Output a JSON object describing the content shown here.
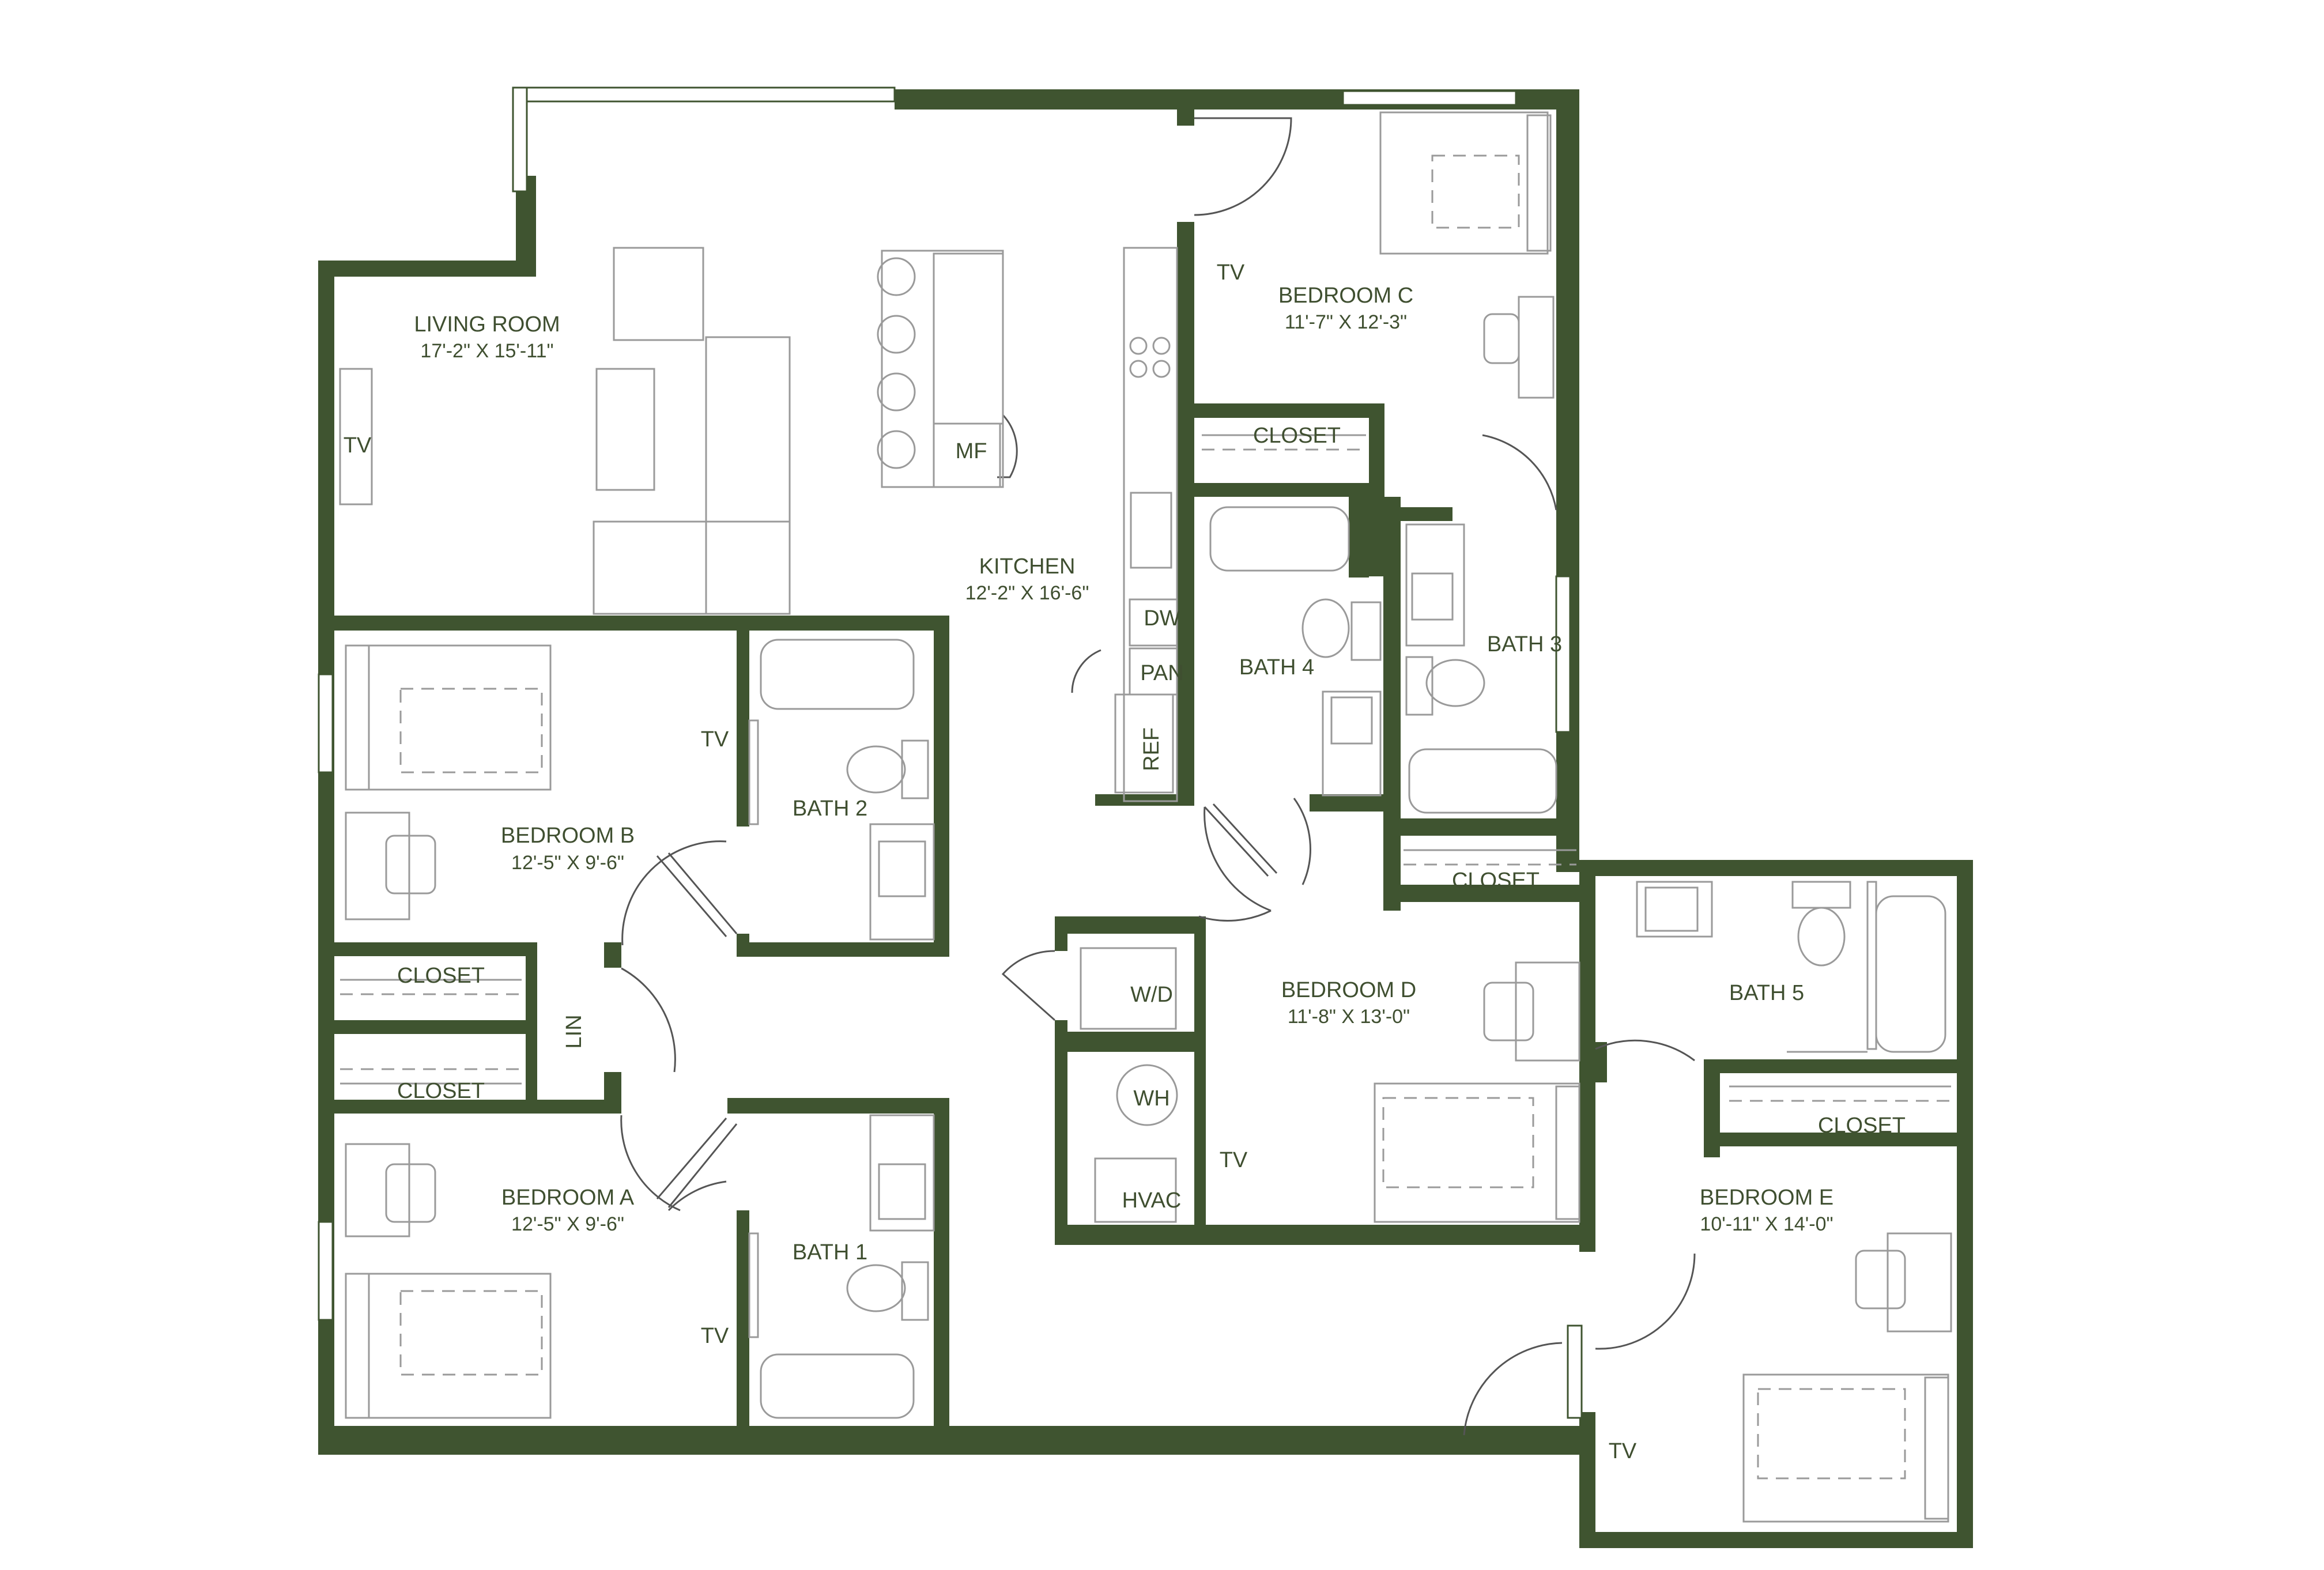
{
  "rooms": {
    "living": {
      "name": "LIVING ROOM",
      "dim": "17'-2\" X 15'-11\""
    },
    "kitchen": {
      "name": "KITCHEN",
      "dim": "12'-2\" X 16'-6\""
    },
    "bedroom_a": {
      "name": "BEDROOM A",
      "dim": "12'-5\" X 9'-6\""
    },
    "bedroom_b": {
      "name": "BEDROOM B",
      "dim": "12'-5\" X 9'-6\""
    },
    "bedroom_c": {
      "name": "BEDROOM C",
      "dim": "11'-7\" X 12'-3\""
    },
    "bedroom_d": {
      "name": "BEDROOM D",
      "dim": "11'-8\" X 13'-0\""
    },
    "bedroom_e": {
      "name": "BEDROOM E",
      "dim": "10'-11\" X 14'-0\""
    }
  },
  "baths": {
    "bath1": "BATH 1",
    "bath2": "BATH 2",
    "bath3": "BATH 3",
    "bath4": "BATH 4",
    "bath5": "BATH 5"
  },
  "labels": {
    "closet": "CLOSET",
    "tv": "TV",
    "lin": "LIN",
    "mf": "MF",
    "dw": "DW",
    "pan": "PAN",
    "ref": "REF",
    "wd": "W/D",
    "wh": "WH",
    "hvac": "HVAC"
  },
  "colors": {
    "wall": "#3f5430",
    "text": "#3f4f30",
    "fixture": "#9a9a9a"
  }
}
